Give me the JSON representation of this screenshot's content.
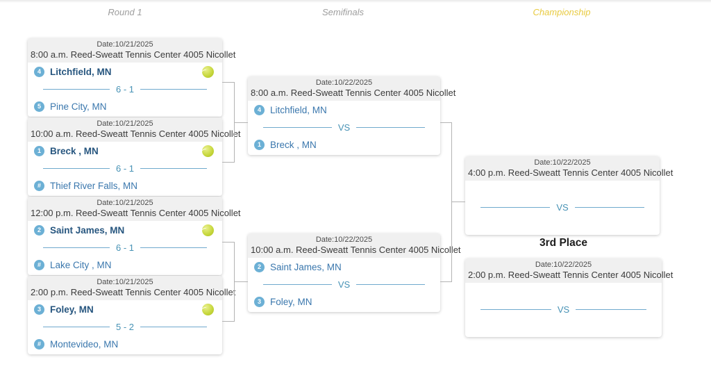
{
  "columns": {
    "round1_label": "Round 1",
    "semifinals_label": "Semifinals",
    "championship_label": "Championship"
  },
  "colors": {
    "championship_label": "#e8ca3f",
    "seed_badge": "#6cb0d5",
    "winner_name": "#27567f",
    "team_name": "#3a77ad",
    "score_text": "#4792b5",
    "connector": "#b3b3b3",
    "tennis_ball": "#c5d63a"
  },
  "round1": {
    "matches": [
      {
        "date": "Date:10/21/2025",
        "location": "8:00 a.m. Reed-Sweatt Tennis Center 4005 Nicollet",
        "team1": {
          "seed": "4",
          "name": "Litchfield, MN"
        },
        "score": "6 - 1",
        "team2": {
          "seed": "5",
          "name": "Pine City, MN"
        }
      },
      {
        "date": "Date:10/21/2025",
        "location": "10:00 a.m. Reed-Sweatt Tennis Center 4005 Nicollet",
        "team1": {
          "seed": "1",
          "name": "Breck , MN"
        },
        "score": "6 - 1",
        "team2": {
          "seed": "#",
          "name": "Thief River Falls, MN"
        }
      },
      {
        "date": "Date:10/21/2025",
        "location": "12:00 p.m. Reed-Sweatt Tennis Center 4005 Nicollet",
        "team1": {
          "seed": "2",
          "name": "Saint James, MN"
        },
        "score": "6 - 1",
        "team2": {
          "seed": "#",
          "name": "Lake City , MN"
        }
      },
      {
        "date": "Date:10/21/2025",
        "location": "2:00 p.m. Reed-Sweatt Tennis Center 4005 Nicollet",
        "team1": {
          "seed": "3",
          "name": "Foley, MN"
        },
        "score": "5 - 2",
        "team2": {
          "seed": "#",
          "name": "Montevideo, MN"
        }
      }
    ]
  },
  "semifinals": {
    "matches": [
      {
        "date": "Date:10/22/2025",
        "location": "8:00 a.m. Reed-Sweatt Tennis Center 4005 Nicollet",
        "team1": {
          "seed": "4",
          "name": "Litchfield, MN"
        },
        "vs": "VS",
        "team2": {
          "seed": "1",
          "name": "Breck , MN"
        }
      },
      {
        "date": "Date:10/22/2025",
        "location": "10:00 a.m. Reed-Sweatt Tennis Center 4005 Nicollet",
        "team1": {
          "seed": "2",
          "name": "Saint James, MN"
        },
        "vs": "VS",
        "team2": {
          "seed": "3",
          "name": "Foley, MN"
        }
      }
    ]
  },
  "championship": {
    "match": {
      "date": "Date:10/22/2025",
      "location": "4:00 p.m. Reed-Sweatt Tennis Center 4005 Nicollet",
      "vs": "VS"
    }
  },
  "third_place": {
    "label": "3rd Place",
    "match": {
      "date": "Date:10/22/2025",
      "location": "2:00 p.m. Reed-Sweatt Tennis Center 4005 Nicollet",
      "vs": "VS"
    }
  }
}
